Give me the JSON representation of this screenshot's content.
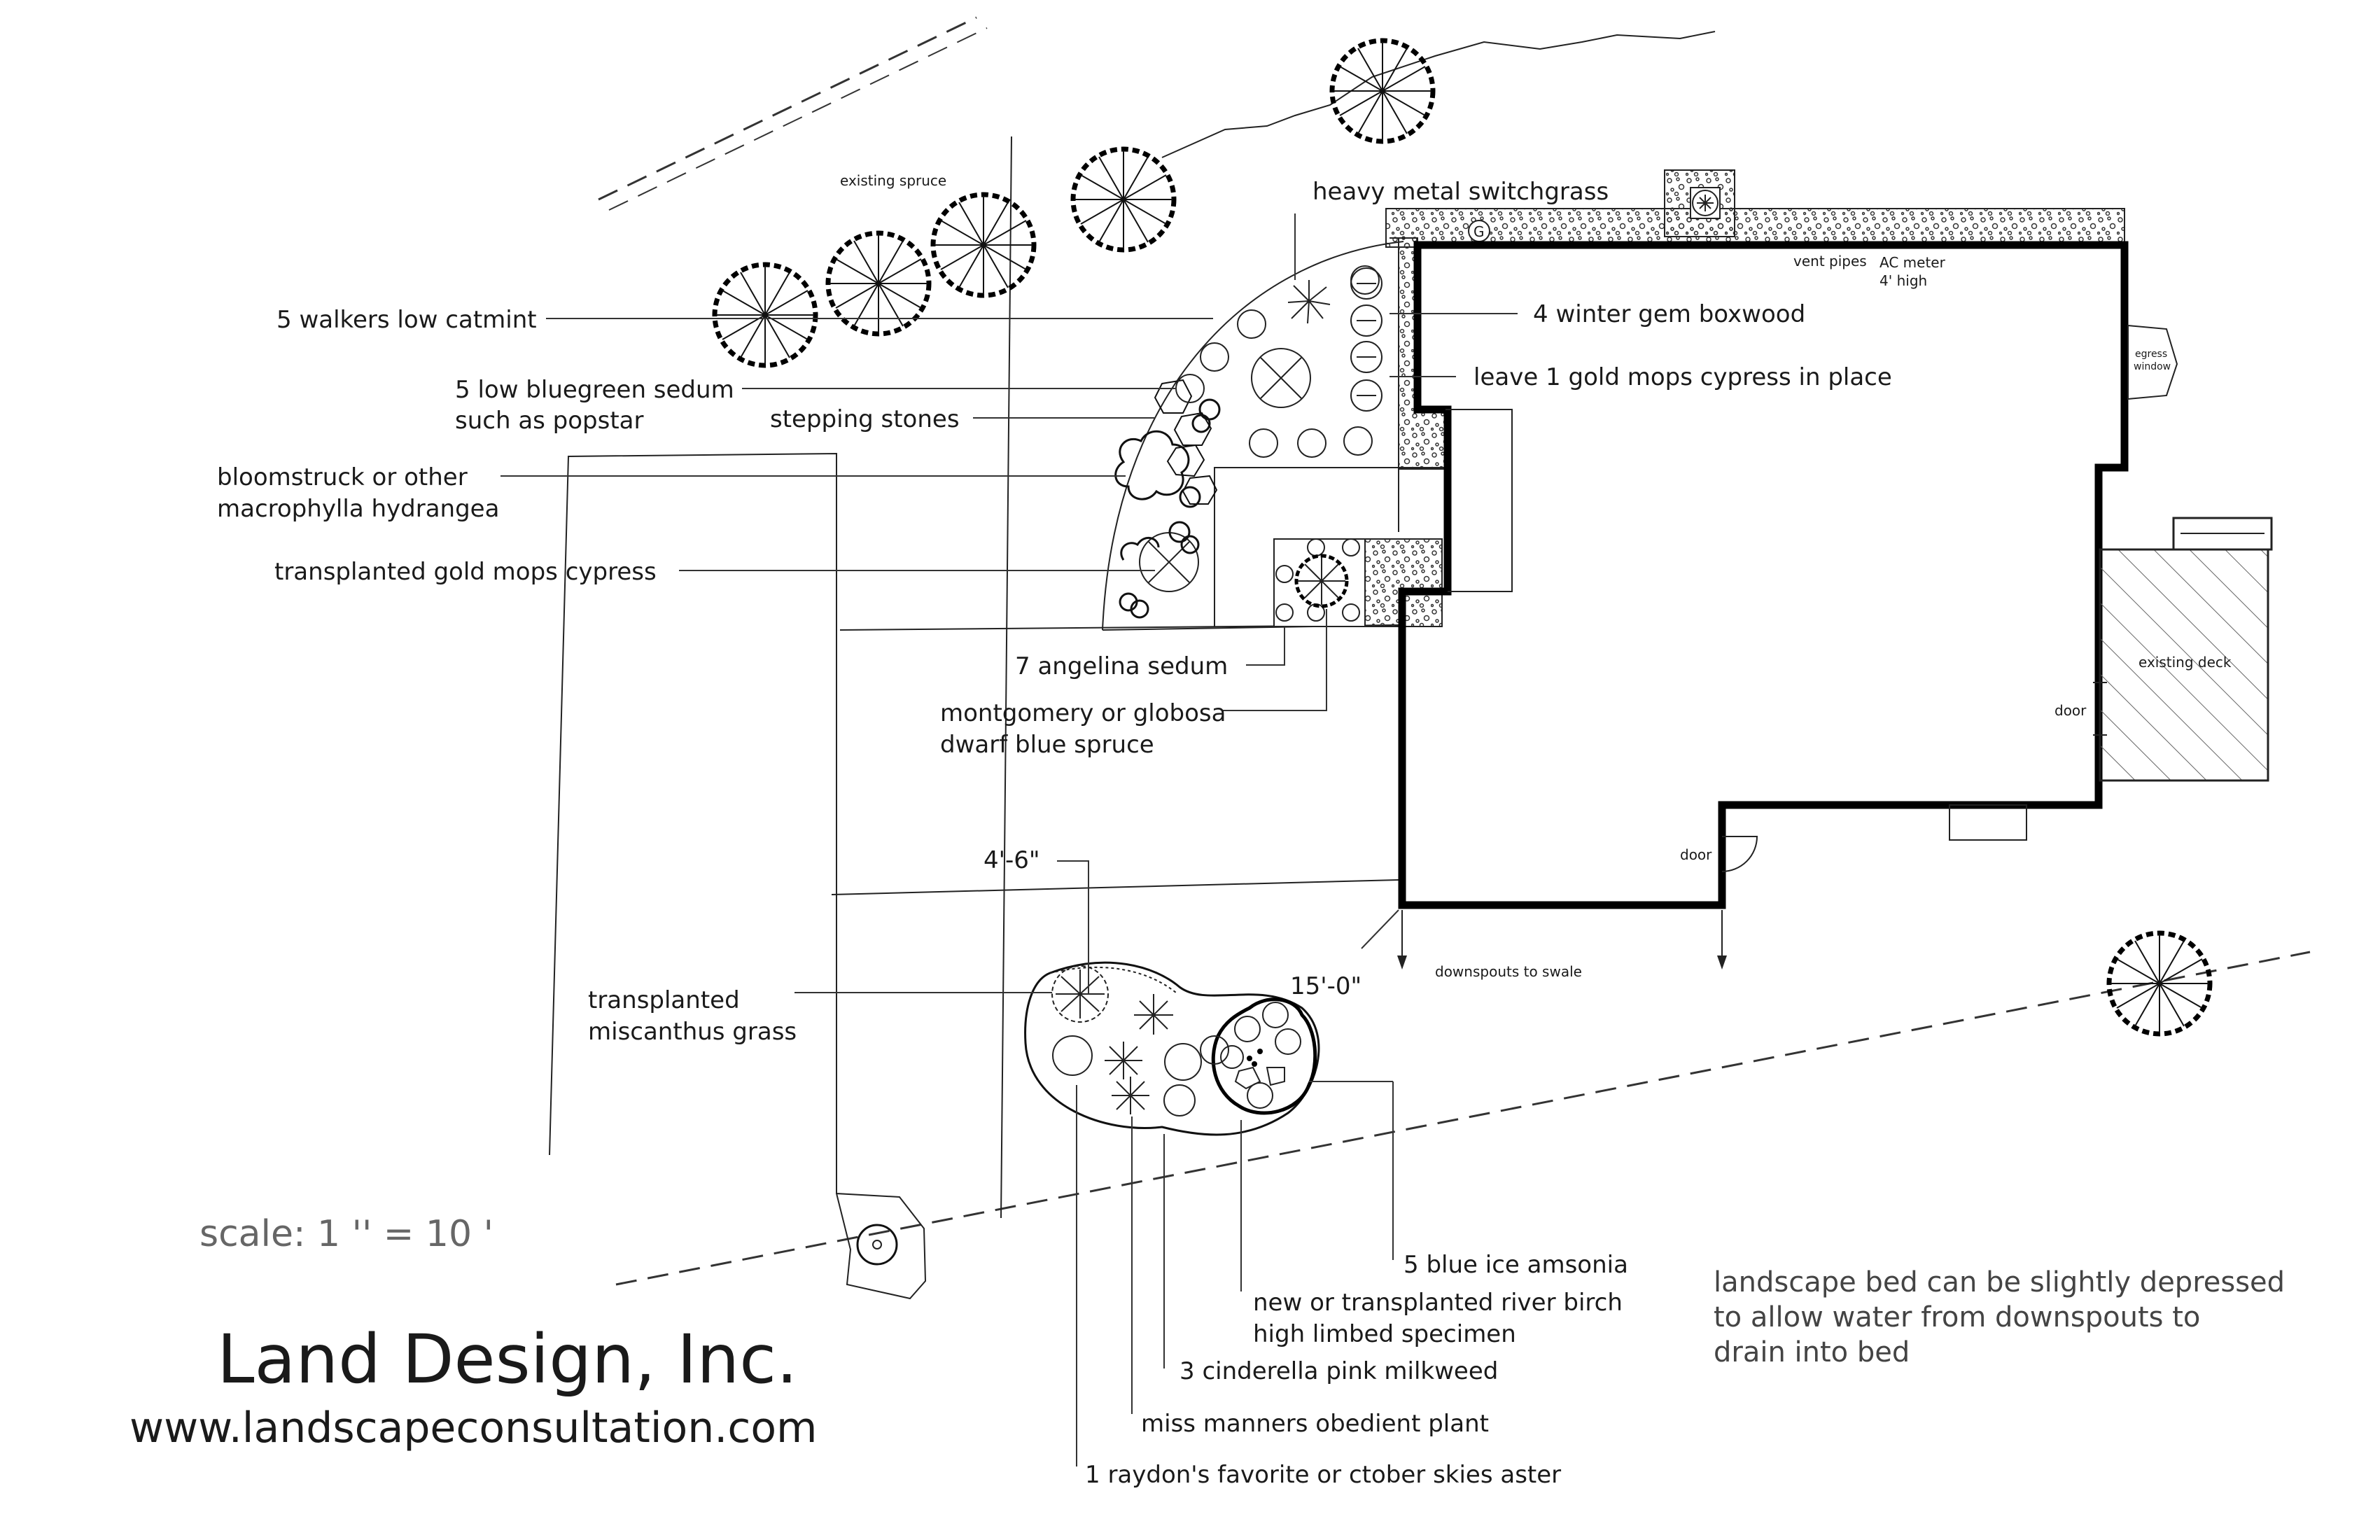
{
  "labels": {
    "existing_spruce": "existing spruce",
    "switchgrass": "heavy metal switchgrass",
    "catmint": "5 walkers low catmint",
    "boxwood": "4 winter gem boxwood",
    "sedum_1": "5 low bluegreen sedum",
    "sedum_2": "such as popstar",
    "stepping": "stepping stones",
    "cypress_leave": "leave 1 gold mops cypress in place",
    "hydrangea_1": "bloomstruck or other",
    "hydrangea_2": "macrophylla hydrangea",
    "cypress_transplanted": "transplanted gold mops cypress",
    "angelina": "7 angelina sedum",
    "spruce_1": "montgomery or globosa",
    "spruce_2": "dwarf blue spruce",
    "dim_offset": "4'-6\"",
    "dim_distance": "15'-0\"",
    "miscanthus_1": "transplanted",
    "miscanthus_2": "miscanthus grass",
    "downspouts": "downspouts to swale",
    "amsonia": "5 blue ice amsonia",
    "birch_1": "new or transplanted river birch",
    "birch_2": "high limbed specimen",
    "milkweed": "3 cinderella pink milkweed",
    "obedient": "miss manners obedient plant",
    "aster": "1 raydon's favorite or ctober skies aster",
    "vent_pipes": "vent pipes",
    "ac_meter_1": "AC meter",
    "ac_meter_2": "4' high",
    "egress_1": "egress",
    "egress_2": "window",
    "existing_deck": "existing deck",
    "door_east": "door",
    "door_south": "door",
    "gas_meter": "G"
  },
  "scale": "scale: 1 '' = 10 '",
  "company": {
    "name": "Land Design, Inc.",
    "website": "www.landscapeconsultation.com"
  },
  "note": {
    "line1": "landscape bed can be slightly depressed",
    "line2": "to allow water from downspouts to",
    "line3": "drain into bed"
  }
}
